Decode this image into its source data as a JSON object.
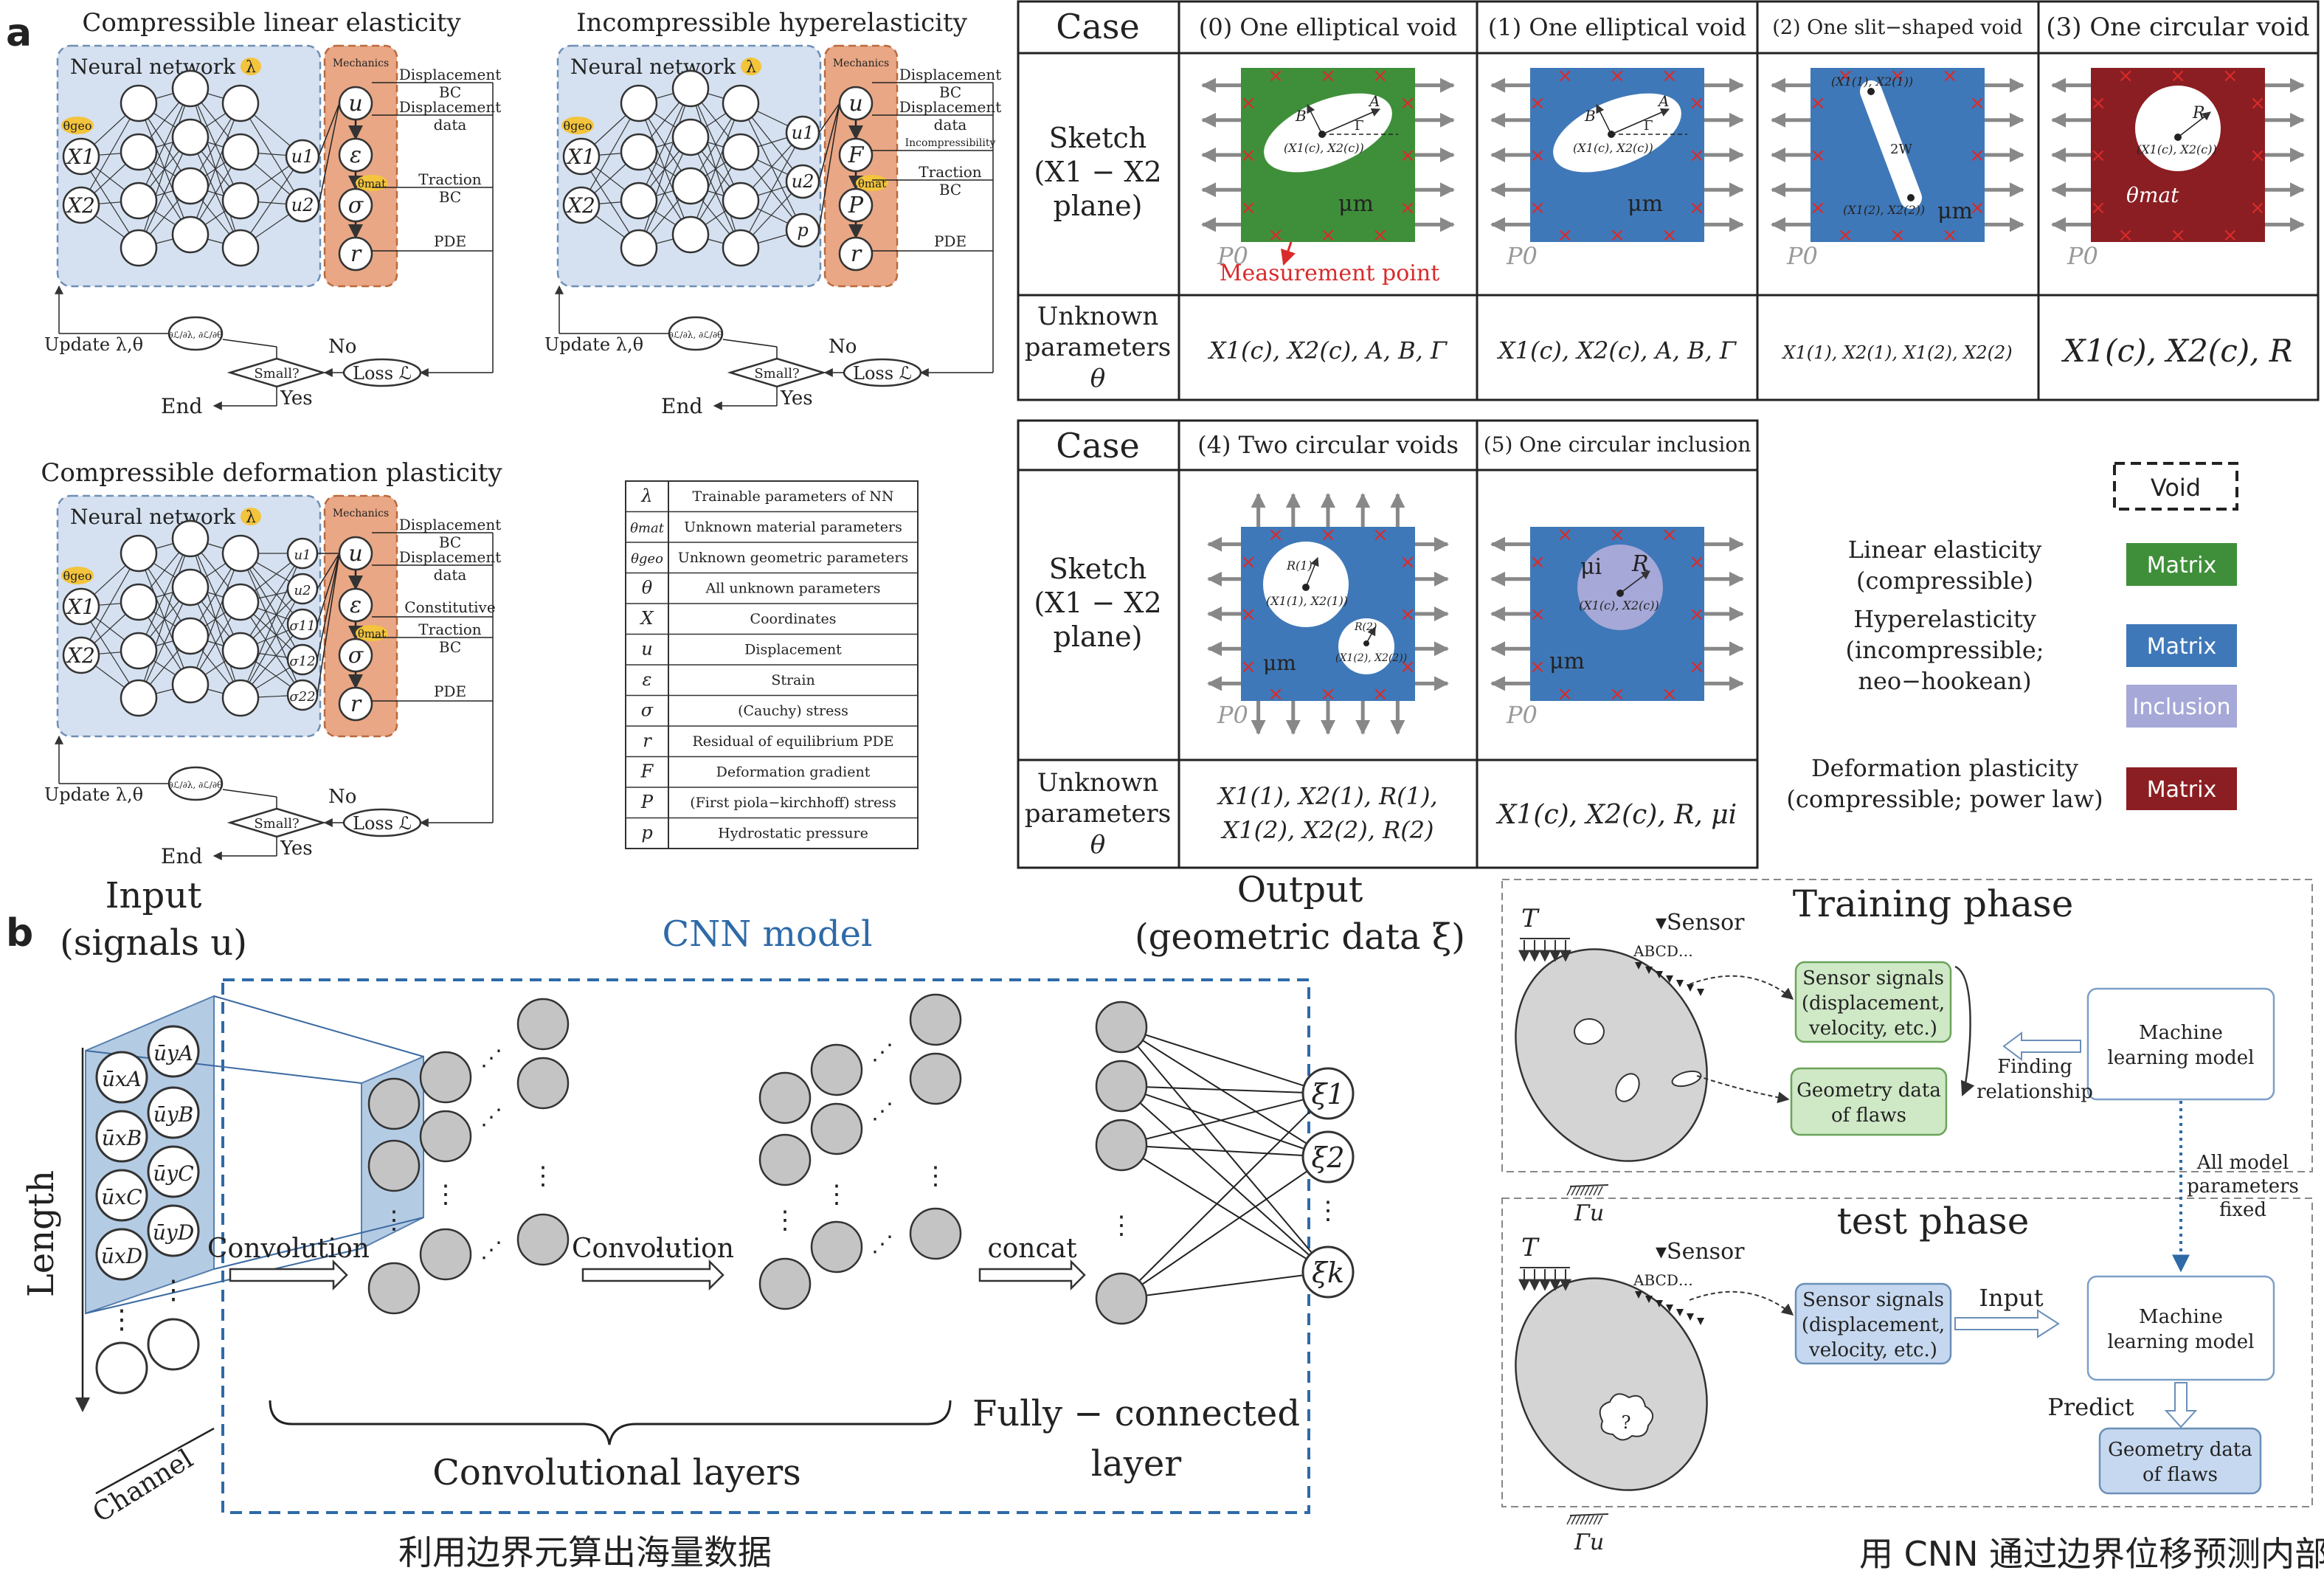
{
  "panel_labels": {
    "a": "a",
    "b": "b"
  },
  "nets": [
    {
      "title": "Compressible linear elasticity",
      "nn_label": "Neural network",
      "lambda": "λ",
      "theta_geo": "θgeo",
      "inputs": [
        "X1",
        "X2"
      ],
      "outputs": [
        "u1",
        "u2"
      ],
      "mech_label": "Mechanics",
      "mech_nodes": [
        "u",
        "ε",
        "σ",
        "r"
      ],
      "theta_mat": "θmat",
      "right_labels": [
        "Displacement BC",
        "Displacement data",
        "Traction BC",
        "PDE"
      ],
      "update": "Update λ,θ",
      "grad": "∂ℒ/∂λ, ∂ℒ/∂θ",
      "no": "No",
      "yes": "Yes",
      "small": "Small?",
      "loss": "Loss ℒ",
      "end": "End"
    },
    {
      "title": "Incompressible hyperelasticity",
      "nn_label": "Neural network",
      "lambda": "λ",
      "theta_geo": "θgeo",
      "inputs": [
        "X1",
        "X2"
      ],
      "outputs": [
        "u1",
        "u2",
        "p"
      ],
      "mech_label": "Mechanics",
      "mech_nodes": [
        "u",
        "F",
        "P",
        "r"
      ],
      "theta_mat": "θmat",
      "right_labels": [
        "Displacement BC",
        "Displacement data",
        "Incompressibility",
        "Traction BC",
        "PDE"
      ],
      "update": "Update λ,θ",
      "grad": "∂ℒ/∂λ, ∂ℒ/∂θ",
      "no": "No",
      "yes": "Yes",
      "small": "Small?",
      "loss": "Loss ℒ",
      "end": "End"
    },
    {
      "title": "Compressible deformation plasticity",
      "nn_label": "Neural network",
      "lambda": "λ",
      "theta_geo": "θgeo",
      "inputs": [
        "X1",
        "X2"
      ],
      "outputs": [
        "u1",
        "u2",
        "σ11",
        "σ12",
        "σ22"
      ],
      "mech_label": "Mechanics",
      "mech_nodes": [
        "u",
        "ε",
        "σ",
        "r"
      ],
      "theta_mat": "θmat",
      "right_labels": [
        "Displacement BC",
        "Displacement data",
        "Constitutive",
        "Traction BC",
        "PDE"
      ],
      "update": "Update λ,θ",
      "grad": "∂ℒ/∂λ, ∂ℒ/∂θ",
      "no": "No",
      "yes": "Yes",
      "small": "Small?",
      "loss": "Loss ℒ",
      "end": "End"
    }
  ],
  "legend_table": [
    {
      "sym": "λ",
      "desc": "Trainable parameters of NN"
    },
    {
      "sym": "θmat",
      "desc": "Unknown material parameters"
    },
    {
      "sym": "θgeo",
      "desc": "Unknown geometric parameters"
    },
    {
      "sym": "θ",
      "desc": "All unknown parameters"
    },
    {
      "sym": "X",
      "desc": "Coordinates"
    },
    {
      "sym": "u",
      "desc": "Displacement"
    },
    {
      "sym": "ε",
      "desc": "Strain"
    },
    {
      "sym": "σ",
      "desc": "(Cauchy) stress"
    },
    {
      "sym": "r",
      "desc": "Residual of equilibrium PDE"
    },
    {
      "sym": "F",
      "desc": "Deformation gradient"
    },
    {
      "sym": "P",
      "desc": "(First piola−kirchhoff) stress"
    },
    {
      "sym": "p",
      "desc": "Hydrostatic pressure"
    }
  ],
  "case_table": {
    "case_header": "Case",
    "sketch_label": [
      "Sketch",
      "(X1 − X2",
      "plane)"
    ],
    "unknown_label": [
      "Unknown",
      "parameters",
      "θ"
    ],
    "p0": "P0",
    "mu_m": "μm",
    "measurement_point": "Measurement point",
    "top_cases": [
      {
        "title": "(0) One elliptical void",
        "params": "X1(c), X2(c), A, B, Γ",
        "color": "#3f8f3a"
      },
      {
        "title": "(1) One elliptical void",
        "params": "X1(c), X2(c), A, B, Γ",
        "color": "#3f78b8"
      },
      {
        "title": "(2) One slit−shaped void",
        "params": "X1(1), X2(1), X1(2), X2(2)",
        "color": "#3f78b8"
      },
      {
        "title": "(3) One circular void",
        "params": "X1(c), X2(c), R",
        "color": "#8b1e22"
      }
    ],
    "bottom_cases": [
      {
        "title": "(4) Two circular voids",
        "params": [
          "X1(1), X2(1), R(1),",
          "X1(2), X2(2), R(2)"
        ],
        "color": "#3f78b8"
      },
      {
        "title": "(5) One circular inclusion",
        "params": [
          "X1(c), X2(c), R, μi"
        ],
        "color": "#3f78b8"
      }
    ],
    "sketch_labels": {
      "A": "A",
      "B": "B",
      "Gamma": "Γ",
      "center_c": "(X1(c), X2(c))",
      "slit_top": "(X1(1), X2(1))",
      "slit_bottom": "(X1(2), X2(2))",
      "w": "2W",
      "R": "R",
      "theta_mat": "θmat",
      "R1": "R(1)",
      "R2": "R(2)",
      "c1": "(X1(1), X2(1))",
      "c2": "(X1(2), X2(2))",
      "mu_i": "μi"
    }
  },
  "material_legend": {
    "void": "Void",
    "items": [
      {
        "label": [
          "Linear elasticity",
          "(compressible)"
        ],
        "swatches": [
          {
            "text": "Matrix",
            "color": "#3f8f3a"
          }
        ]
      },
      {
        "label": [
          "Hyperelasticity",
          "(incompressible;",
          "neo−hookean)"
        ],
        "swatches": [
          {
            "text": "Matrix",
            "color": "#3f78b8"
          },
          {
            "text": "Inclusion",
            "color": "#a6a8d8"
          }
        ]
      },
      {
        "label": [
          "Deformation plasticity",
          "(compressible; power law)"
        ],
        "swatches": [
          {
            "text": "Matrix",
            "color": "#8b1e22"
          }
        ]
      }
    ]
  },
  "cnn": {
    "input_title": [
      "Input",
      "(signals u)"
    ],
    "model_label": "CNN model",
    "output_title": [
      "Output",
      "(geometric data ξ)"
    ],
    "signals": [
      "ūxA",
      "ūyA",
      "ūxB",
      "ūyB",
      "ūxC",
      "ūyC",
      "ūxD",
      "ūyD"
    ],
    "length": "Length",
    "channel": "Channel",
    "convolution": "Convolution",
    "concat": "concat",
    "conv_layers": "Convolutional layers",
    "fc_layer": [
      "Fully − connected",
      "layer"
    ],
    "outputs": [
      "ξ1",
      "ξ2",
      "ξk"
    ],
    "caption": "利用边界元算出海量数据"
  },
  "ml": {
    "training_title": "Training phase",
    "test_title": "test phase",
    "T": "T",
    "sensor": "Sensor",
    "abcd": "ABCD…",
    "gamma_u": "Γu",
    "sensor_signals": [
      "Sensor signals",
      "(displacement,",
      "velocity, etc.)"
    ],
    "geometry_data": [
      "Geometry data",
      "of flaws"
    ],
    "machine_model": [
      "Machine",
      "learning model"
    ],
    "finding": [
      "Finding",
      "relationship"
    ],
    "fixed": [
      "All model",
      "parameters",
      "fixed"
    ],
    "input": "Input",
    "predict": "Predict",
    "question": "?",
    "caption": "用 CNN 通过边界位移预测内部缺陷"
  }
}
